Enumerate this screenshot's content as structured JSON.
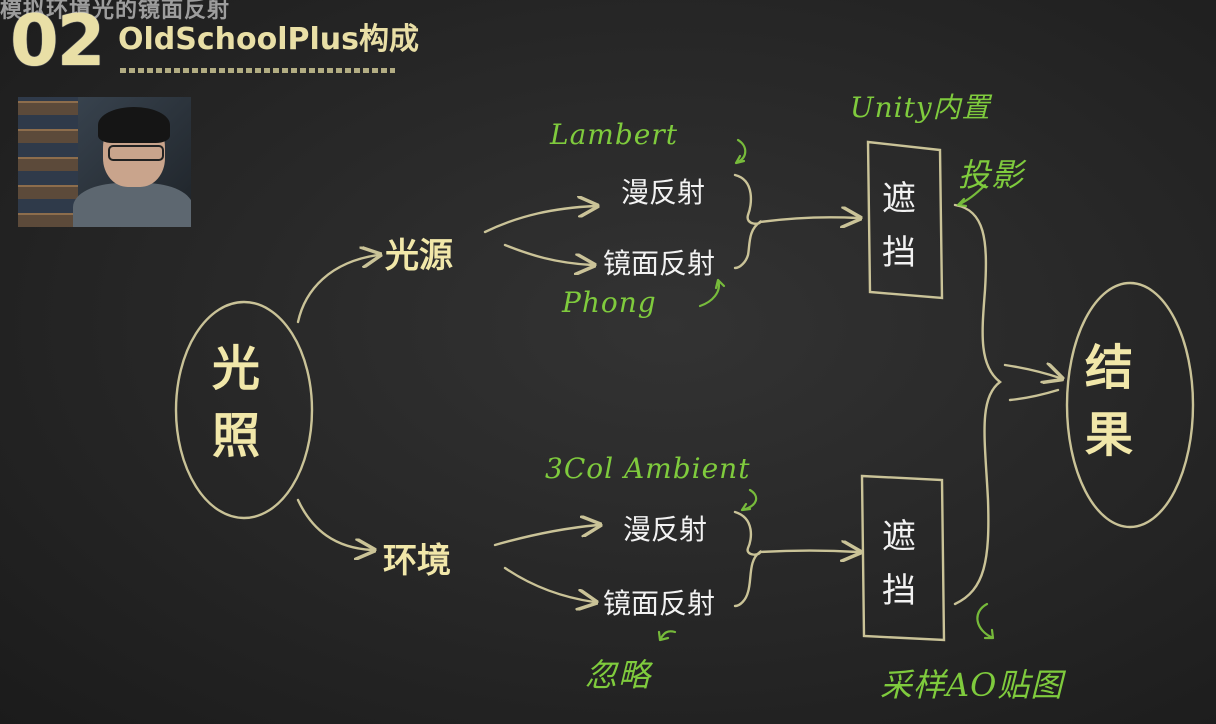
{
  "header": {
    "top_title": "模拟环境光的镜面反射",
    "number": "02",
    "title": "OldSchoolPlus构成"
  },
  "diagram": {
    "lighting": [
      "光",
      "照"
    ],
    "light_source": "光源",
    "environment": "环境",
    "top_diffuse": "漫反射",
    "top_specular": "镜面反射",
    "bottom_diffuse": "漫反射",
    "bottom_specular": "镜面反射",
    "occlusion_top": [
      "遮",
      "挡"
    ],
    "occlusion_bottom": [
      "遮",
      "挡"
    ],
    "result": [
      "结",
      "果"
    ],
    "notes": {
      "lambert": "Lambert",
      "phong": "Phong",
      "unity_builtin": "Unity内置",
      "shadow": "投影",
      "ambient": "3Col Ambient",
      "ignore": "忽略",
      "ao_map": "采样AO贴图"
    }
  }
}
